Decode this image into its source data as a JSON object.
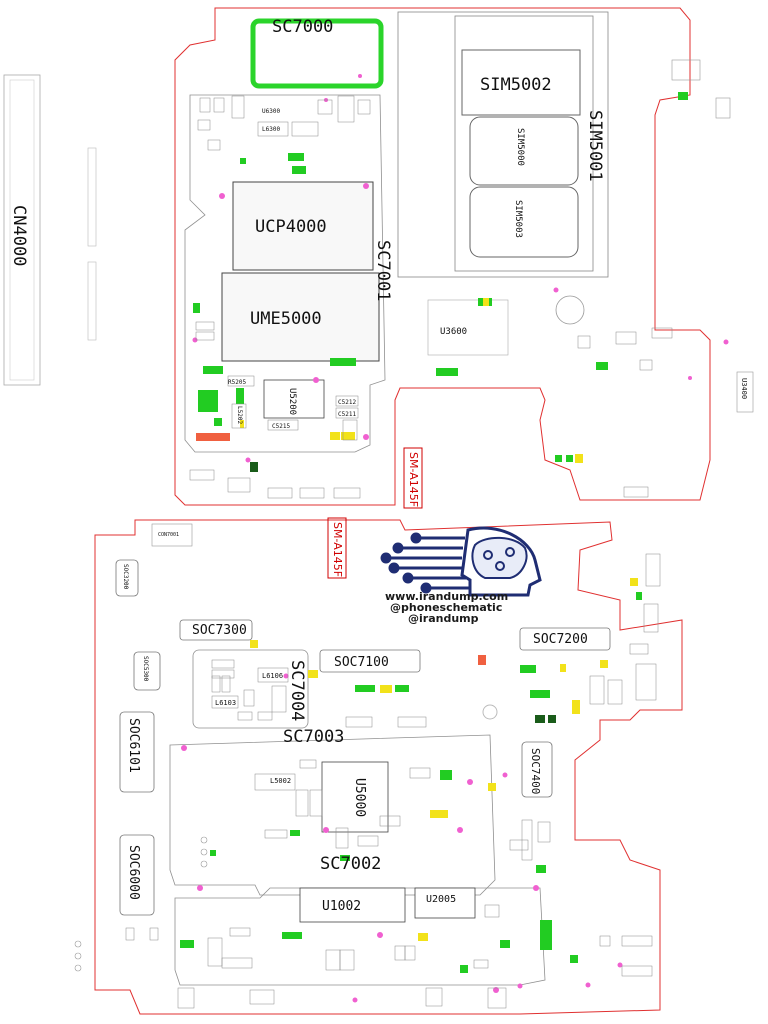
{
  "board": {
    "top_labels": {
      "sc7000": "SC7000",
      "sim5002": "SIM5002",
      "sim5001": "SIM5001",
      "sim5000": "SIM5000",
      "sim5003": "SIM5003",
      "ucp4000": "UCP4000",
      "sc7001": "SC7001",
      "ume5000": "UME5000",
      "u3600": "U3600",
      "u5200": "U5200",
      "u6300": "U6300",
      "l6300": "L6300",
      "u3400": "U3400",
      "cn4000": "CN4000",
      "model": "SM-A145F",
      "r5205": "R5205",
      "c5212": "C5212",
      "c5211": "C5211",
      "c5215": "C5215",
      "l5202": "L5202"
    },
    "bottom_labels": {
      "model": "SM-A145F",
      "soc7300": "SOC7300",
      "soc7100": "SOC7100",
      "soc7200": "SOC7200",
      "sc7004": "SC7004",
      "sc7003": "SC7003",
      "sc7002": "SC7002",
      "soc6101": "SOC6101",
      "soc6000": "SOC6000",
      "soc5300": "SOC5300",
      "soc3200": "SOC3200",
      "soc7400": "SOC7400",
      "u5000": "U5000",
      "u1002": "U1002",
      "u2005": "U2005",
      "l5002": "L5002",
      "l6106": "L6106",
      "l6103": "L6103",
      "con7001": "CON7001"
    },
    "watermark": {
      "url": "www.irandump.com",
      "handle1": "@phoneschematic",
      "handle2": "@irandump"
    },
    "colors": {
      "outline": "#e03030",
      "frame_green": "#2bd42b",
      "component_green": "#22cc22",
      "component_yellow": "#f2e21a",
      "component_pink": "#f060d0",
      "logo_blue": "#1f2d73"
    }
  }
}
